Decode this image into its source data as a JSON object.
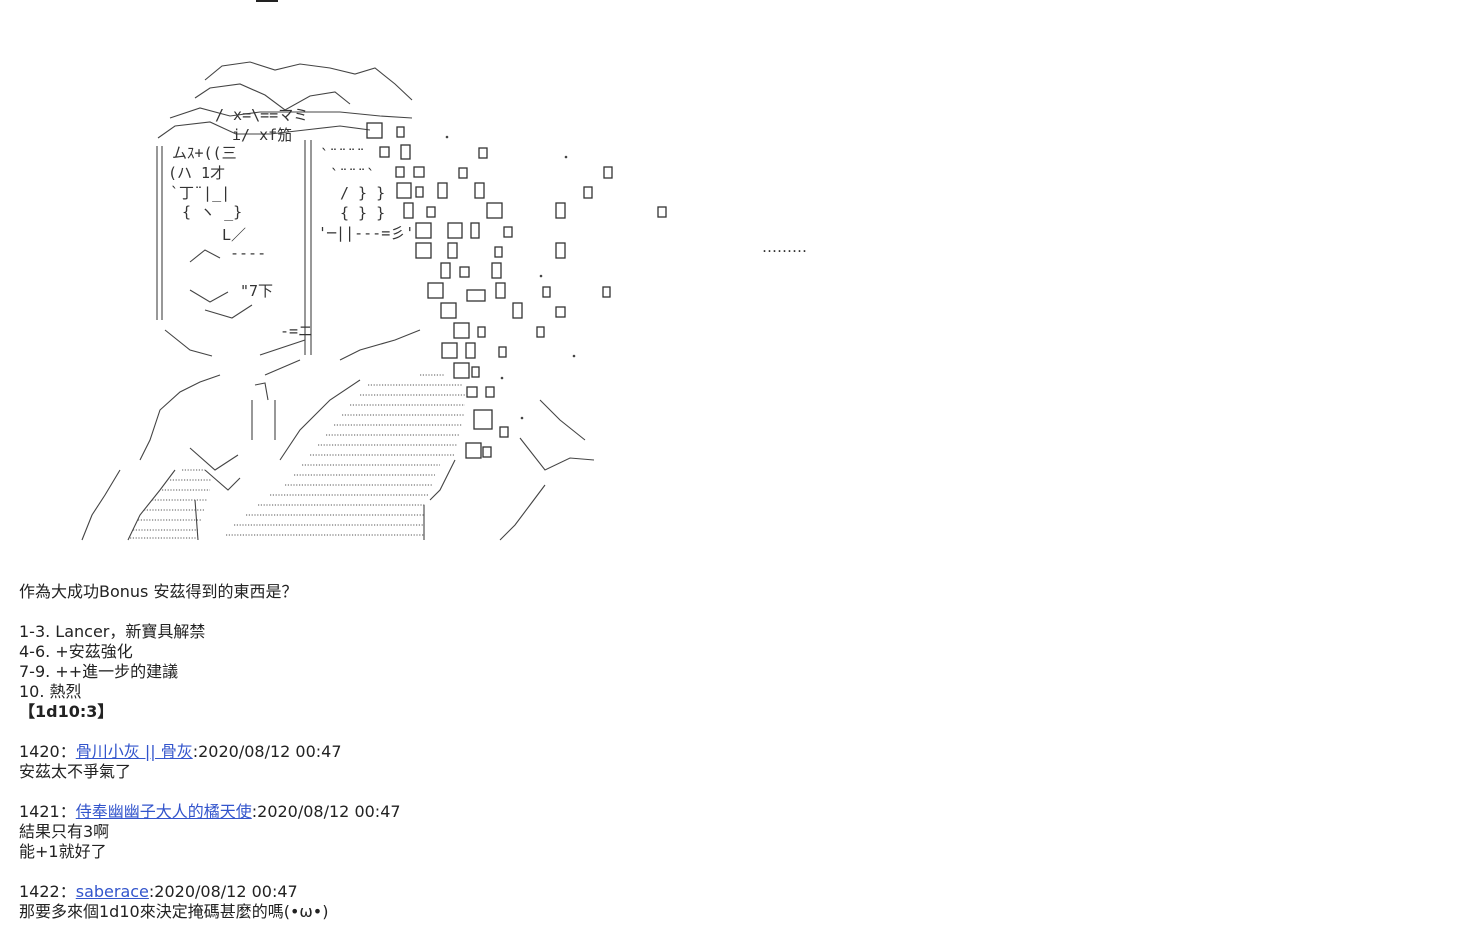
{
  "ascii_art": {
    "ellipsis": "………"
  },
  "post": {
    "question": "作為大成功Bonus 安茲得到的東西是？",
    "options": [
      "1-3. Lancer，新寶具解禁",
      "4-6. +安茲強化",
      "7-9. ++進一步的建議",
      "10. 熱烈"
    ],
    "dice_roll": "【1d10:3】"
  },
  "replies": [
    {
      "number": "1420：",
      "author": "骨川小灰 || 骨灰",
      "timestamp": ":2020/08/12 00:47",
      "lines": [
        "安茲太不爭氣了"
      ]
    },
    {
      "number": "1421：",
      "author": "侍奉幽幽子大人的橘天使",
      "timestamp": ":2020/08/12 00:47",
      "lines": [
        "結果只有3啊",
        "能+1就好了"
      ]
    },
    {
      "number": "1422：",
      "author": "saberace",
      "timestamp": ":2020/08/12 00:47",
      "lines": [
        "那要多來個1d10來決定掩碼甚麼的嗎(•ω•)"
      ]
    }
  ]
}
